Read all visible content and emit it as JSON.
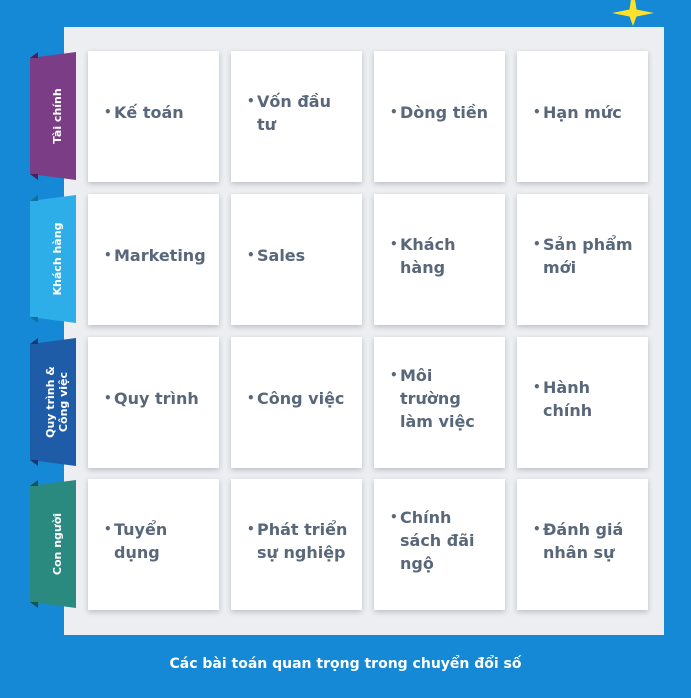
{
  "rows": [
    {
      "label": "Tài chính",
      "color": "#7a3d86",
      "shade": "#4d1f55",
      "items": [
        "Kế toán",
        "Vốn đầu tư",
        "Dòng tiền",
        "Hạn mức"
      ]
    },
    {
      "label": "Khách hàng",
      "color": "#2eaee8",
      "shade": "#146f9e",
      "items": [
        "Marketing",
        "Sales",
        "Khách hàng",
        "Sản phẩm mới"
      ]
    },
    {
      "label": "Quy trình &\nCông việc",
      "color": "#1f5ca8",
      "shade": "#123a70",
      "items": [
        "Quy trình",
        "Công việc",
        "Môi trường làm việc",
        "Hành chính"
      ]
    },
    {
      "label": "Con người",
      "color": "#2a8a80",
      "shade": "#175550",
      "items": [
        "Tuyển dụng",
        "Phát triển sự nghiệp",
        "Chính sách đãi ngộ",
        "Đánh giá nhân sự"
      ]
    }
  ],
  "bullet": "•",
  "caption": "Các bài toán quan trọng trong chuyển đổi số",
  "colors": {
    "background": "#1589d6",
    "panel": "#eceef1",
    "text": "#59677a",
    "star": "#ffe12b"
  }
}
